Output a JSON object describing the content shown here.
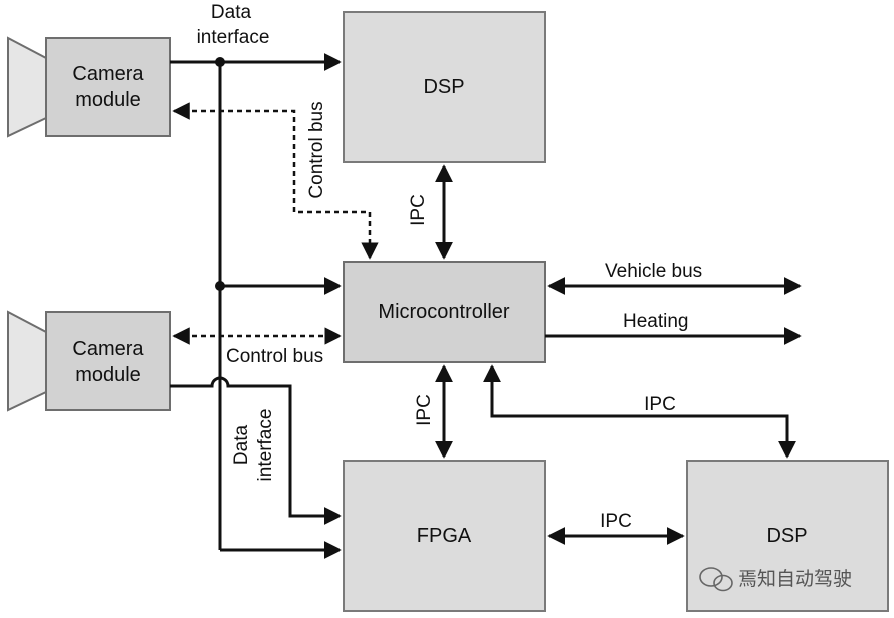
{
  "blocks": {
    "camera_top": [
      "Camera",
      "module"
    ],
    "camera_bottom": [
      "Camera",
      "module"
    ],
    "dsp_top": "DSP",
    "microcontroller": "Microcontroller",
    "fpga": "FPGA",
    "dsp_right": "DSP"
  },
  "labels": {
    "data_interface_top": [
      "Data",
      "interface"
    ],
    "control_bus_top": "Control bus",
    "ipc_dsp_mc": "IPC",
    "vehicle_bus": "Vehicle bus",
    "heating": "Heating",
    "control_bus_bottom": "Control bus",
    "ipc_mc_fpga": "IPC",
    "ipc_mc_dsp": "IPC",
    "data_interface_bottom": [
      "Data",
      "interface"
    ],
    "ipc_fpga_dsp": "IPC"
  },
  "watermark": "焉知自动驾驶"
}
